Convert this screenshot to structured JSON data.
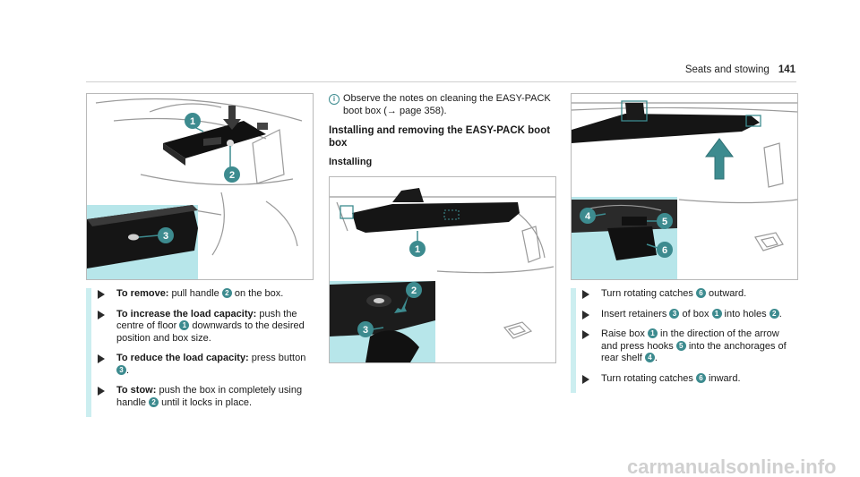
{
  "header": {
    "section": "Seats and stowing",
    "page_number": "141"
  },
  "left": {
    "steps": [
      {
        "bold": "To remove:",
        "parts": [
          " pull handle ",
          {
            "n": "2"
          },
          " on the box."
        ]
      },
      {
        "bold": "To increase the load capacity:",
        "parts": [
          " push the centre of floor ",
          {
            "n": "1"
          },
          " downwards to the desired position and box size."
        ]
      },
      {
        "bold": "To reduce the load capacity:",
        "parts": [
          " press button ",
          {
            "n": "3"
          },
          "."
        ]
      },
      {
        "bold": "To stow:",
        "parts": [
          " push the box in completely using handle ",
          {
            "n": "2"
          },
          " until it locks in place."
        ]
      }
    ],
    "figure_callouts": [
      "1",
      "2",
      "3"
    ]
  },
  "middle": {
    "note": "Observe the notes on cleaning the EASY-PACK boot box (→ page 358).",
    "heading": "Installing and removing the EASY-PACK boot box",
    "subheading": "Installing",
    "figure_callouts": [
      "1",
      "2",
      "3"
    ]
  },
  "right": {
    "steps": [
      {
        "bold": "",
        "parts": [
          "Turn rotating catches ",
          {
            "n": "6"
          },
          " outward."
        ]
      },
      {
        "bold": "",
        "parts": [
          "Insert retainers ",
          {
            "n": "3"
          },
          " of box ",
          {
            "n": "1"
          },
          " into holes ",
          {
            "n": "2"
          },
          "."
        ]
      },
      {
        "bold": "",
        "parts": [
          "Raise box ",
          {
            "n": "1"
          },
          " in the direction of the arrow and press hooks ",
          {
            "n": "5"
          },
          " into the anchorages of rear shelf ",
          {
            "n": "4"
          },
          "."
        ]
      },
      {
        "bold": "",
        "parts": [
          "Turn rotating catches ",
          {
            "n": "6"
          },
          " inward."
        ]
      }
    ],
    "figure_callouts": [
      "4",
      "5",
      "6"
    ]
  },
  "colors": {
    "accent": "#3d8b8f",
    "inset_bg": "#b7e6ea",
    "bar": "#cceef0"
  },
  "footer": {
    "watermark": "carmanualsonline.info"
  }
}
